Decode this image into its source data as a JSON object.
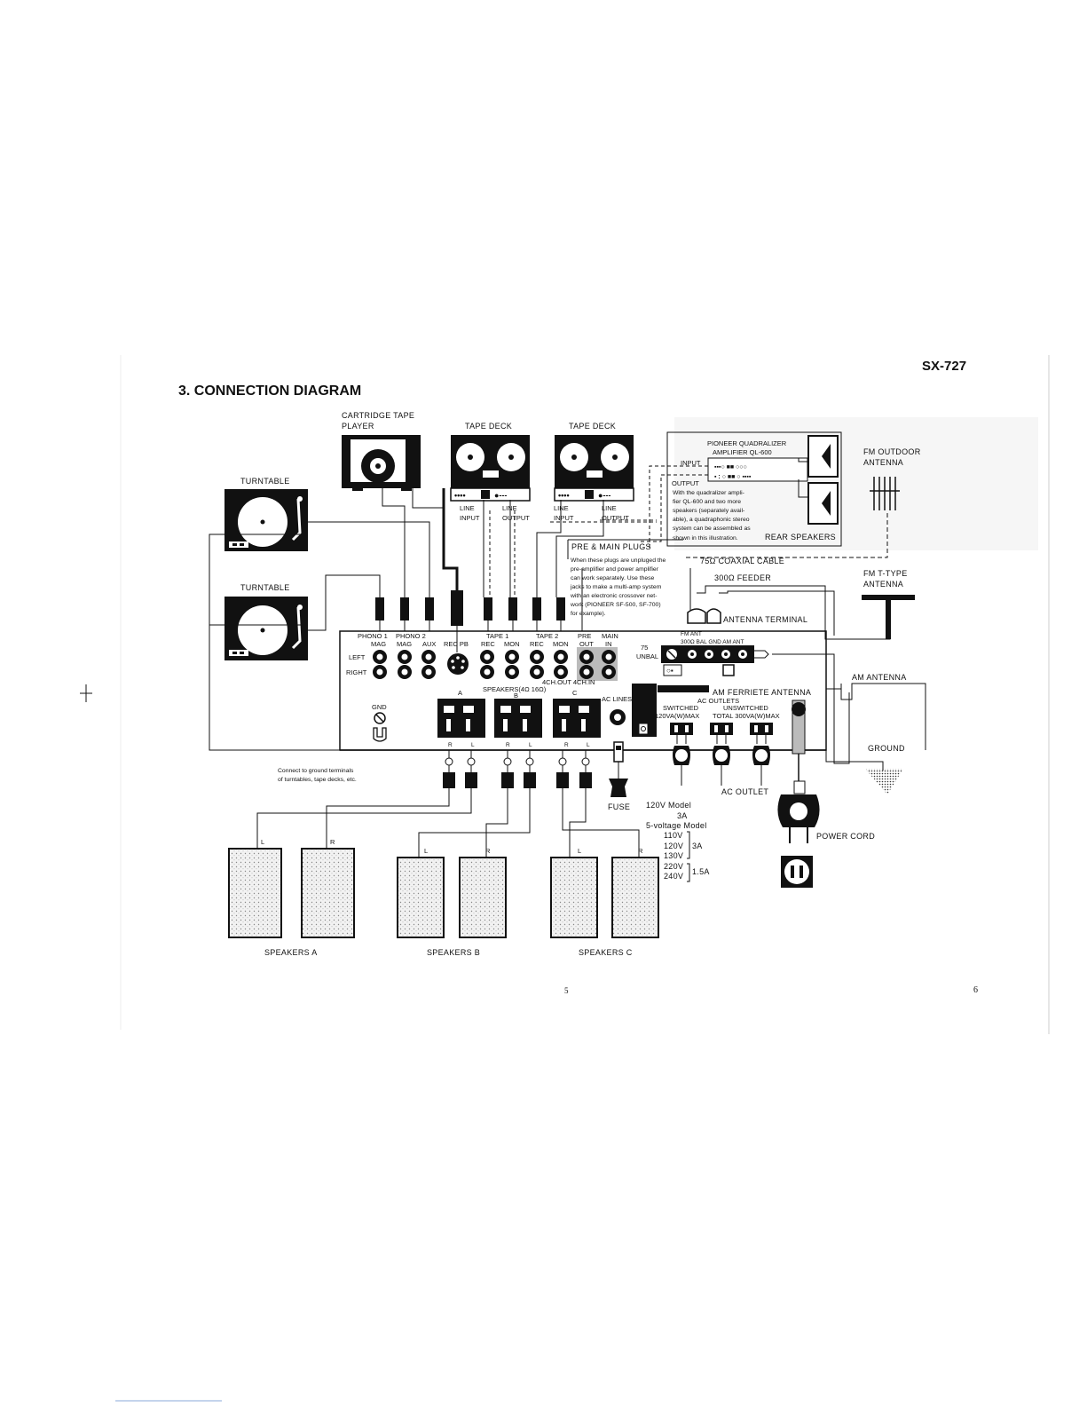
{
  "header": {
    "model": "SX-727",
    "title": "3. CONNECTION DIAGRAM"
  },
  "devices": {
    "cartridge_tape": [
      "CARTRIDGE TAPE",
      "PLAYER"
    ],
    "tape_deck_1": "TAPE DECK",
    "tape_deck_2": "TAPE DECK",
    "turntable_1": "TURNTABLE",
    "turntable_2": "TURNTABLE",
    "deck_line_in": [
      "LINE",
      "INPUT"
    ],
    "deck_line_out": [
      "LINE",
      "OUTPUT"
    ]
  },
  "quadralizer": {
    "title": [
      "PIONEER QUADRALIZER",
      "AMPLIFIER QL-600"
    ],
    "input": "INPUT",
    "output": "OUTPUT",
    "note": [
      "With the quadralizer ampli-",
      "fier QL-600 and two more",
      "speakers (separately avail-",
      "able), a quadraphonic stereo",
      "system can be assembled as",
      "shown in this illustration."
    ],
    "rear_speakers": "REAR SPEAKERS"
  },
  "pre_main": {
    "title": "PRE & MAIN PLUGS",
    "note": [
      "When these plugs are unpluged the",
      "pre-amplifier and power amplifier",
      "can work separately.  Use these",
      "jacks to make a multi-amp system",
      "with an electronic crossover net-",
      "work (PIONEER SF-500, SF-700)",
      "for example)."
    ]
  },
  "antennas": {
    "fm_outdoor": [
      "FM OUTDOOR",
      "ANTENNA"
    ],
    "coax": "75Ω  COAXIAL  CABLE",
    "feeder": "300Ω  FEEDER",
    "fm_t_type": [
      "FM T-TYPE",
      "ANTENNA"
    ],
    "terminal": "ANTENNA  TERMINAL",
    "am": "AM ANTENNA",
    "ground": "GROUND",
    "ferrite": "AM  FERRIETE  ANTENNA"
  },
  "panel": {
    "jack_labels": [
      "PHONO 1",
      "PHONO 2",
      "AUX",
      "REC PB",
      "TAPE 1",
      "TAPE 2",
      "PRE",
      "MAIN"
    ],
    "jack_sublabels": [
      "MAG",
      "MAG",
      "REC",
      "MON",
      "REC",
      "MON",
      "OUT",
      "IN"
    ],
    "left": "LEFT",
    "right": "RIGHT",
    "ant_top": "FM   ANT",
    "ant_labels": "300Ω  BAL  GND  AM   ANT",
    "unbal": [
      "75",
      "UNBAL"
    ],
    "four_ch": "4CH.OUT  4CH.IN",
    "speakers_label": "SPEAKERS(4Ω   16Ω)",
    "speaker_groups": [
      "A",
      "B",
      "C"
    ],
    "rl": [
      "R",
      "L",
      "R",
      "L",
      "R",
      "L"
    ],
    "gnd": "GND",
    "ac_lines": "AC  LINES",
    "ac_outlets": "AC  OUTLETS",
    "switched": [
      "SWITCHED",
      "120VA(W)MAX"
    ],
    "unswitched": [
      "UNSWITCHED",
      "TOTAL  300VA(W)MAX"
    ],
    "ground_note": [
      "Connect to ground terminals",
      "of turntables, tape decks, etc."
    ]
  },
  "power": {
    "fuse": "FUSE",
    "model_120": "120V  Model",
    "amp_3": "3A",
    "five_voltage": "5-voltage Model",
    "volts": [
      "110V",
      "120V",
      "130V",
      "220V",
      "240V"
    ],
    "group_3a": "3A",
    "group_15a": "1.5A",
    "ac_outlet": "AC OUTLET",
    "power_cord": "POWER CORD"
  },
  "speakers": {
    "a": "SPEAKERS A",
    "b": "SPEAKERS B",
    "c": "SPEAKERS C",
    "l": "L",
    "r": "R"
  },
  "pages": {
    "left": "5",
    "right": "6"
  }
}
